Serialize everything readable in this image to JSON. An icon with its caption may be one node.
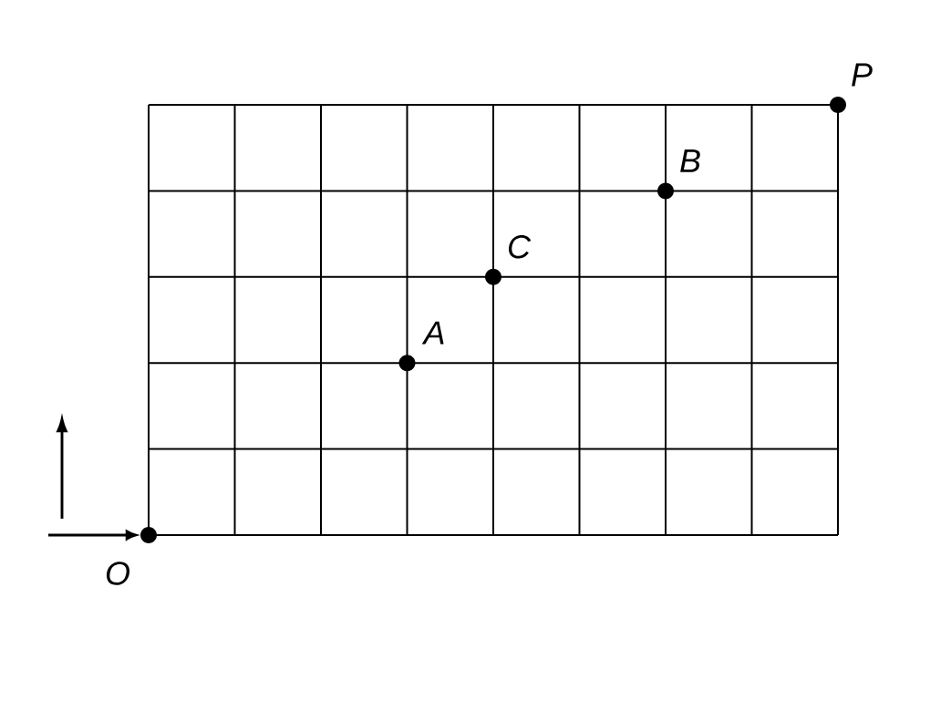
{
  "diagram": {
    "nodes": [
      {
        "text": [
          "P"
        ]
      },
      {
        "text": [
          "B"
        ]
      },
      {
        "text": [
          "C"
        ]
      },
      {
        "text": [
          "A"
        ]
      },
      {
        "text": [
          "O"
        ]
      }
    ],
    "edges": [
      {
        "from": null,
        "to": 4,
        "arrow": "to"
      }
    ]
  }
}
